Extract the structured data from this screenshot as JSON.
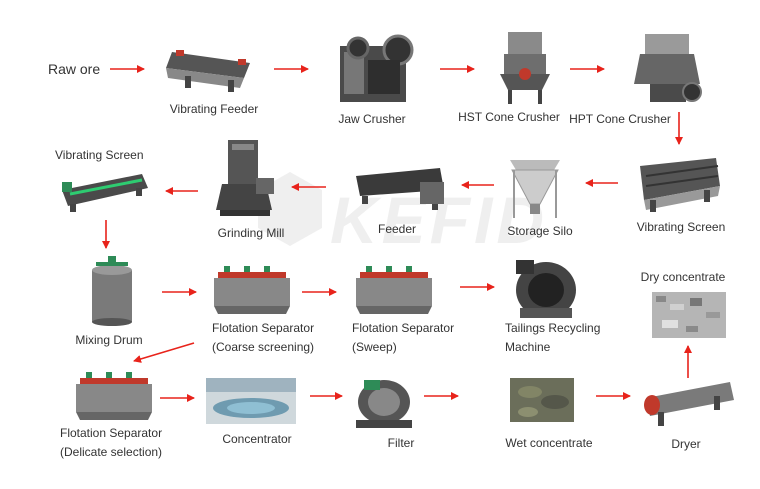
{
  "accent_arrow_color": "#e8231b",
  "watermark": {
    "text": "KEFID"
  },
  "labels": {
    "raw_ore": "Raw ore",
    "vibrating_feeder": "Vibrating Feeder",
    "jaw_crusher": "Jaw Crusher",
    "hst_cone_crusher": "HST Cone Crusher",
    "hpt_cone_crusher": "HPT Cone Crusher",
    "vibrating_screen_1": "Vibrating Screen",
    "storage_silo": "Storage Silo",
    "feeder": "Feeder",
    "grinding_mill": "Grinding Mill",
    "vibrating_screen_2": "Vibrating Screen",
    "mixing_drum": "Mixing Drum",
    "flotation_coarse_1": "Flotation Separator",
    "flotation_coarse_2": "(Coarse screening)",
    "flotation_sweep_1": "Flotation Separator",
    "flotation_sweep_2": "(Sweep)",
    "tailings_1": "Tailings Recycling",
    "tailings_2": "Machine",
    "dry_concentrate": "Dry concentrate",
    "flotation_delicate_1": "Flotation Separator",
    "flotation_delicate_2": "(Delicate selection)",
    "concentrator": "Concentrator",
    "filter": "Filter",
    "wet_concentrate": "Wet concentrate",
    "dryer": "Dryer"
  },
  "icons": [
    "vibrating-feeder-icon",
    "jaw-crusher-icon",
    "hst-cone-crusher-icon",
    "hpt-cone-crusher-icon",
    "vibrating-screen-icon",
    "storage-silo-icon",
    "feeder-icon",
    "grinding-mill-icon",
    "spiral-classifier-icon",
    "mixing-drum-icon",
    "flotation-separator-icon",
    "tailings-machine-icon",
    "dry-concentrate-icon",
    "concentrator-icon",
    "filter-icon",
    "wet-concentrate-icon",
    "dryer-icon",
    "arrow-icon"
  ]
}
